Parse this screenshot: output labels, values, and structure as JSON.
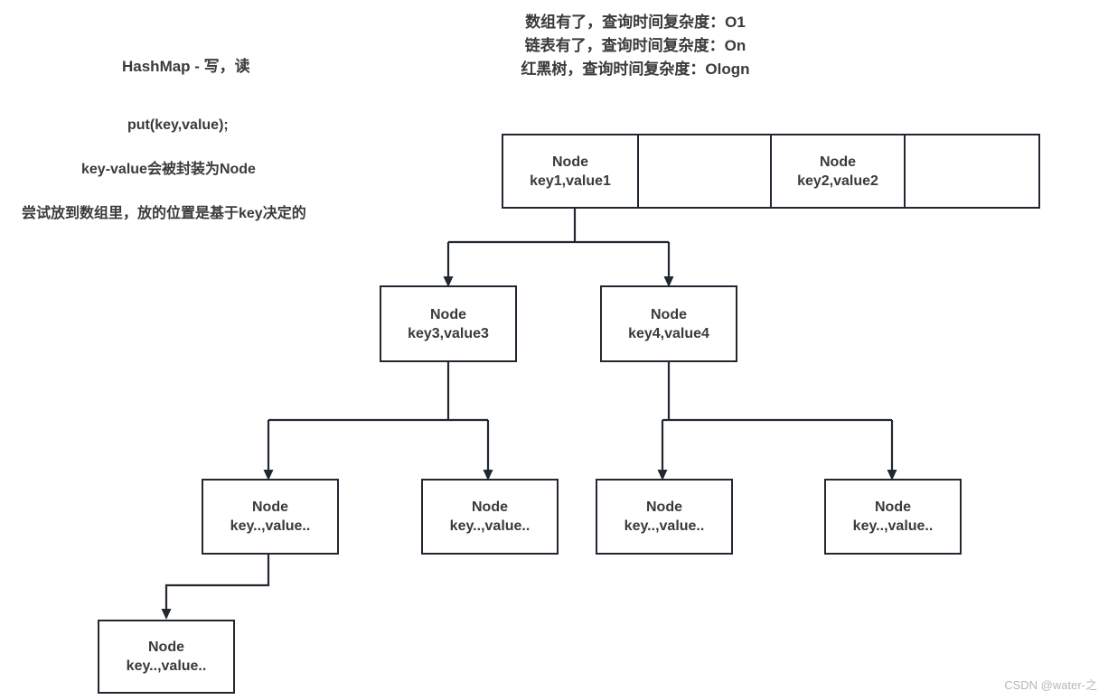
{
  "header_notes": {
    "lines": [
      "数组有了，查询时间复杂度：O1",
      "链表有了，查询时间复杂度：On",
      "红黑树，查询时间复杂度：Ologn"
    ]
  },
  "left_notes": {
    "title": "HashMap - 写，读",
    "put": "put(key,value);",
    "node_wrap": "key-value会被封装为Node",
    "array_place": "尝试放到数组里，放的位置是基于key决定的"
  },
  "array": {
    "cells": [
      {
        "line1": "Node",
        "line2": "key1,value1",
        "empty": false
      },
      {
        "line1": "",
        "line2": "",
        "empty": true
      },
      {
        "line1": "Node",
        "line2": "key2,value2",
        "empty": false
      },
      {
        "line1": "",
        "line2": "",
        "empty": true
      }
    ]
  },
  "level2": [
    {
      "line1": "Node",
      "line2": "key3,value3"
    },
    {
      "line1": "Node",
      "line2": "key4,value4"
    }
  ],
  "level3": [
    {
      "line1": "Node",
      "line2": "key..,value.."
    },
    {
      "line1": "Node",
      "line2": "key..,value.."
    },
    {
      "line1": "Node",
      "line2": "key..,value.."
    },
    {
      "line1": "Node",
      "line2": "key..,value.."
    }
  ],
  "level4": [
    {
      "line1": "Node",
      "line2": "key..,value.."
    }
  ],
  "watermark": "CSDN @water-之",
  "colors": {
    "stroke": "#222831",
    "text": "#3a3a3a",
    "background": "#ffffff",
    "watermark": "#b7b7b7"
  }
}
